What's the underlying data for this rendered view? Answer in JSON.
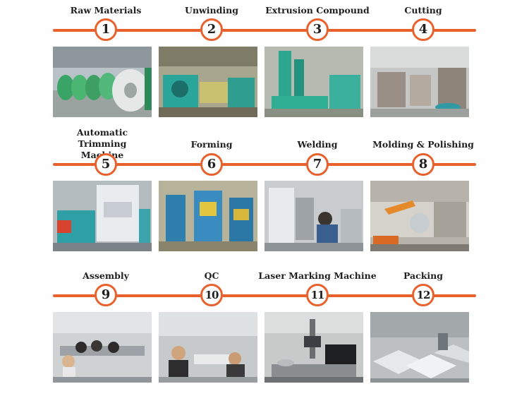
{
  "steps": [
    {
      "label": "Raw Materials",
      "number": "1",
      "photo_icon": "raw-materials-photo"
    },
    {
      "label": "Unwinding",
      "number": "2",
      "photo_icon": "unwinding-photo"
    },
    {
      "label": "Extrusion Compound",
      "number": "3",
      "photo_icon": "extrusion-photo"
    },
    {
      "label": "Cutting",
      "number": "4",
      "photo_icon": "cutting-photo"
    },
    {
      "label": "Automatic Trimming Machine",
      "number": "5",
      "photo_icon": "trimming-photo"
    },
    {
      "label": "Forming",
      "number": "6",
      "photo_icon": "forming-photo"
    },
    {
      "label": "Welding",
      "number": "7",
      "photo_icon": "welding-photo"
    },
    {
      "label": "Molding & Polishing",
      "number": "8",
      "photo_icon": "polishing-photo"
    },
    {
      "label": "Assembly",
      "number": "9",
      "photo_icon": "assembly-photo"
    },
    {
      "label": "QC",
      "number": "10",
      "photo_icon": "qc-photo"
    },
    {
      "label": "Laser Marking Machine",
      "number": "11",
      "photo_icon": "laser-marking-photo"
    },
    {
      "label": "Packing",
      "number": "12",
      "photo_icon": "packing-photo"
    }
  ],
  "colors": {
    "accent": "#e8612c",
    "text": "#1f1f1f",
    "background": "#ffffff"
  }
}
